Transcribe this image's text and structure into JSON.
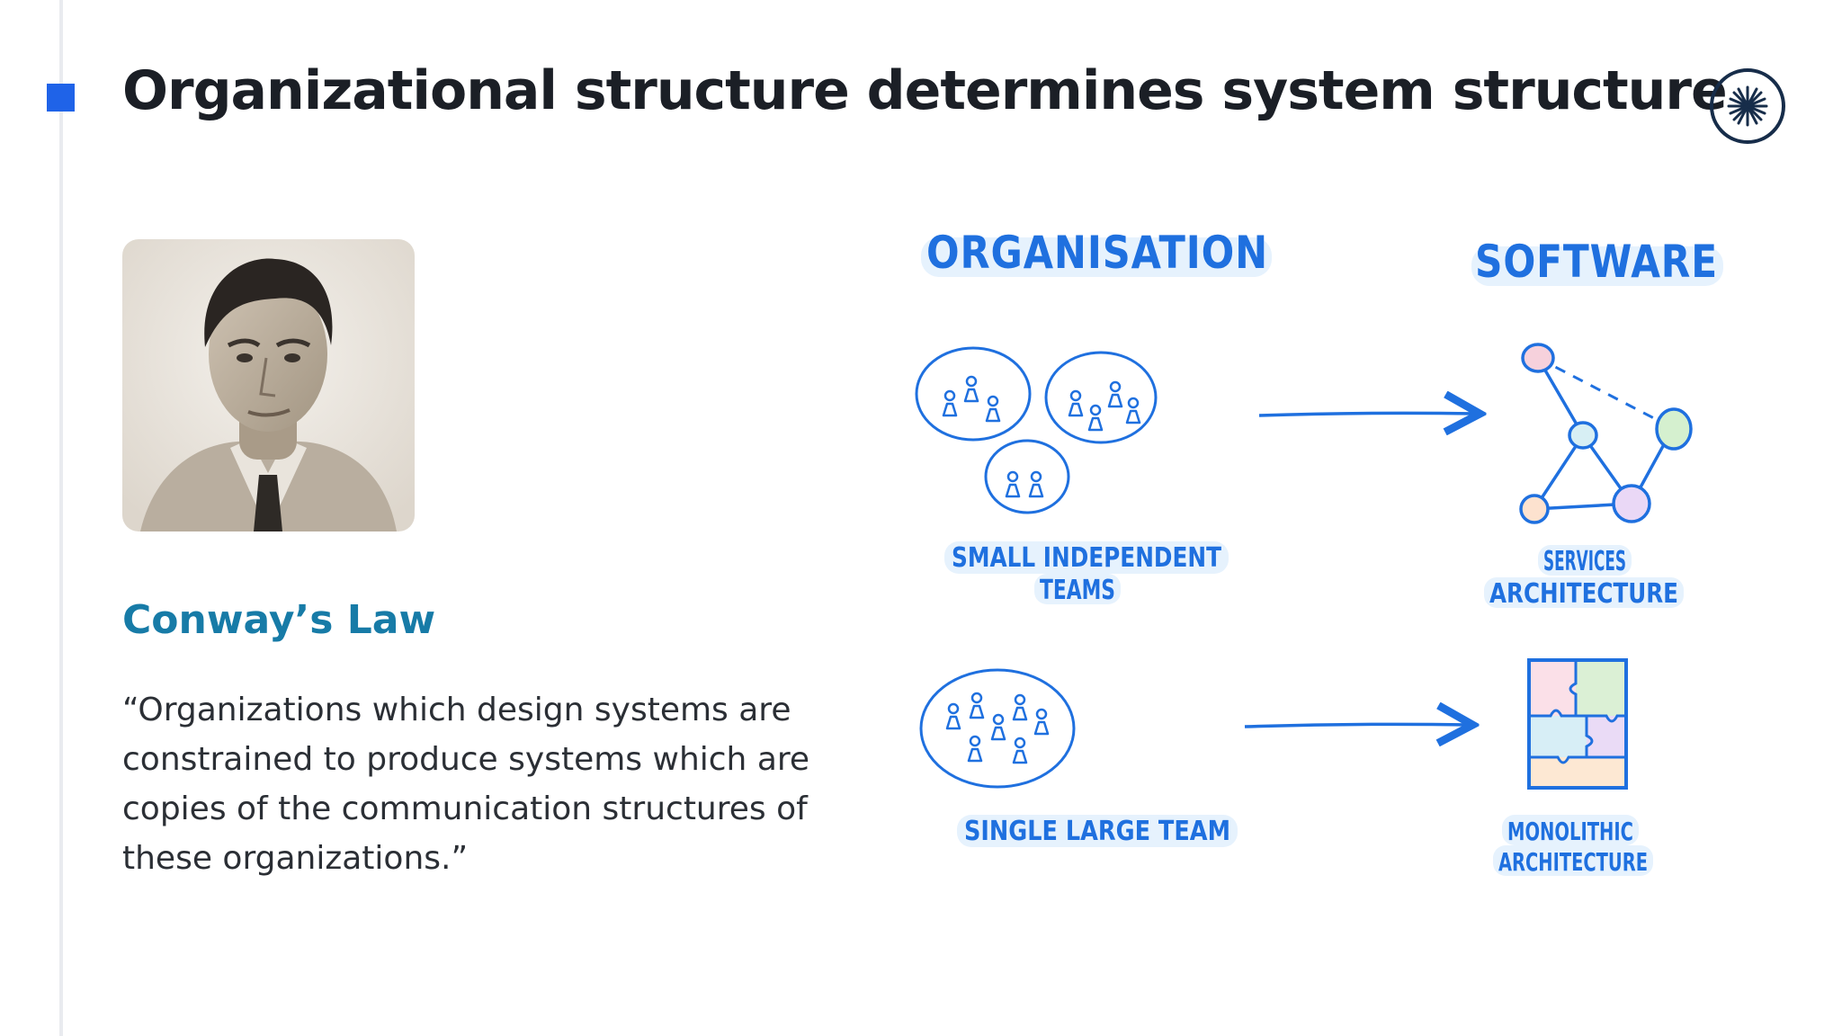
{
  "slide": {
    "title": "Organizational structure determines system structure",
    "logo_icon": "starburst-logo-icon",
    "accent_color": "#1f63e8"
  },
  "left": {
    "photo_icon": "portrait-photo",
    "law_title": "Conway’s Law",
    "quote": "“Organizations which design systems are constrained to produce systems which are copies of the communication structures of these organizations.”",
    "law_title_color": "#177ba7"
  },
  "diagram": {
    "organisation_heading": "ORGANISATION",
    "software_heading": "SOFTWARE",
    "small_teams_line1": "SMALL INDEPENDENT",
    "small_teams_line2": "TEAMS",
    "services_line1": "SERVICES",
    "services_line2": "ARCHITECTURE",
    "single_team": "SINGLE LARGE TEAM",
    "monolithic_line1": "MONOLITHIC",
    "monolithic_line2": "ARCHITECTURE",
    "ink_color": "#1f70df"
  }
}
